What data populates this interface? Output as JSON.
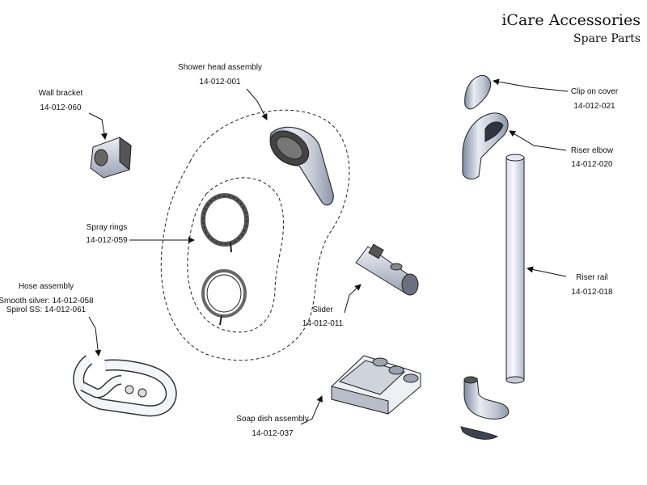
{
  "header": {
    "title": "iCare Accessories",
    "subtitle": "Spare Parts"
  },
  "parts": {
    "shower_head": {
      "name": "Shower head assembly",
      "code": "14-012-001"
    },
    "wall_bracket": {
      "name": "Wall bracket",
      "code": "14-012-060"
    },
    "spray_rings": {
      "name": "Spray rings",
      "code": "14-012-059"
    },
    "hose": {
      "name": "Hose assembly",
      "code_smooth": "Smooth silver: 14-012-058",
      "code_spirol": "Spirol SS: 14-012-061"
    },
    "slider": {
      "name": "Slider",
      "code": "14-012-011"
    },
    "soap_dish": {
      "name": "Soap dish assembly",
      "code": "14-012-037"
    },
    "clip_cover": {
      "name": "Clip on cover",
      "code": "14-012-021"
    },
    "riser_elbow": {
      "name": "Riser elbow",
      "code": "14-012-020"
    },
    "riser_rail": {
      "name": "Riser rail",
      "code": "14-012-018"
    }
  }
}
